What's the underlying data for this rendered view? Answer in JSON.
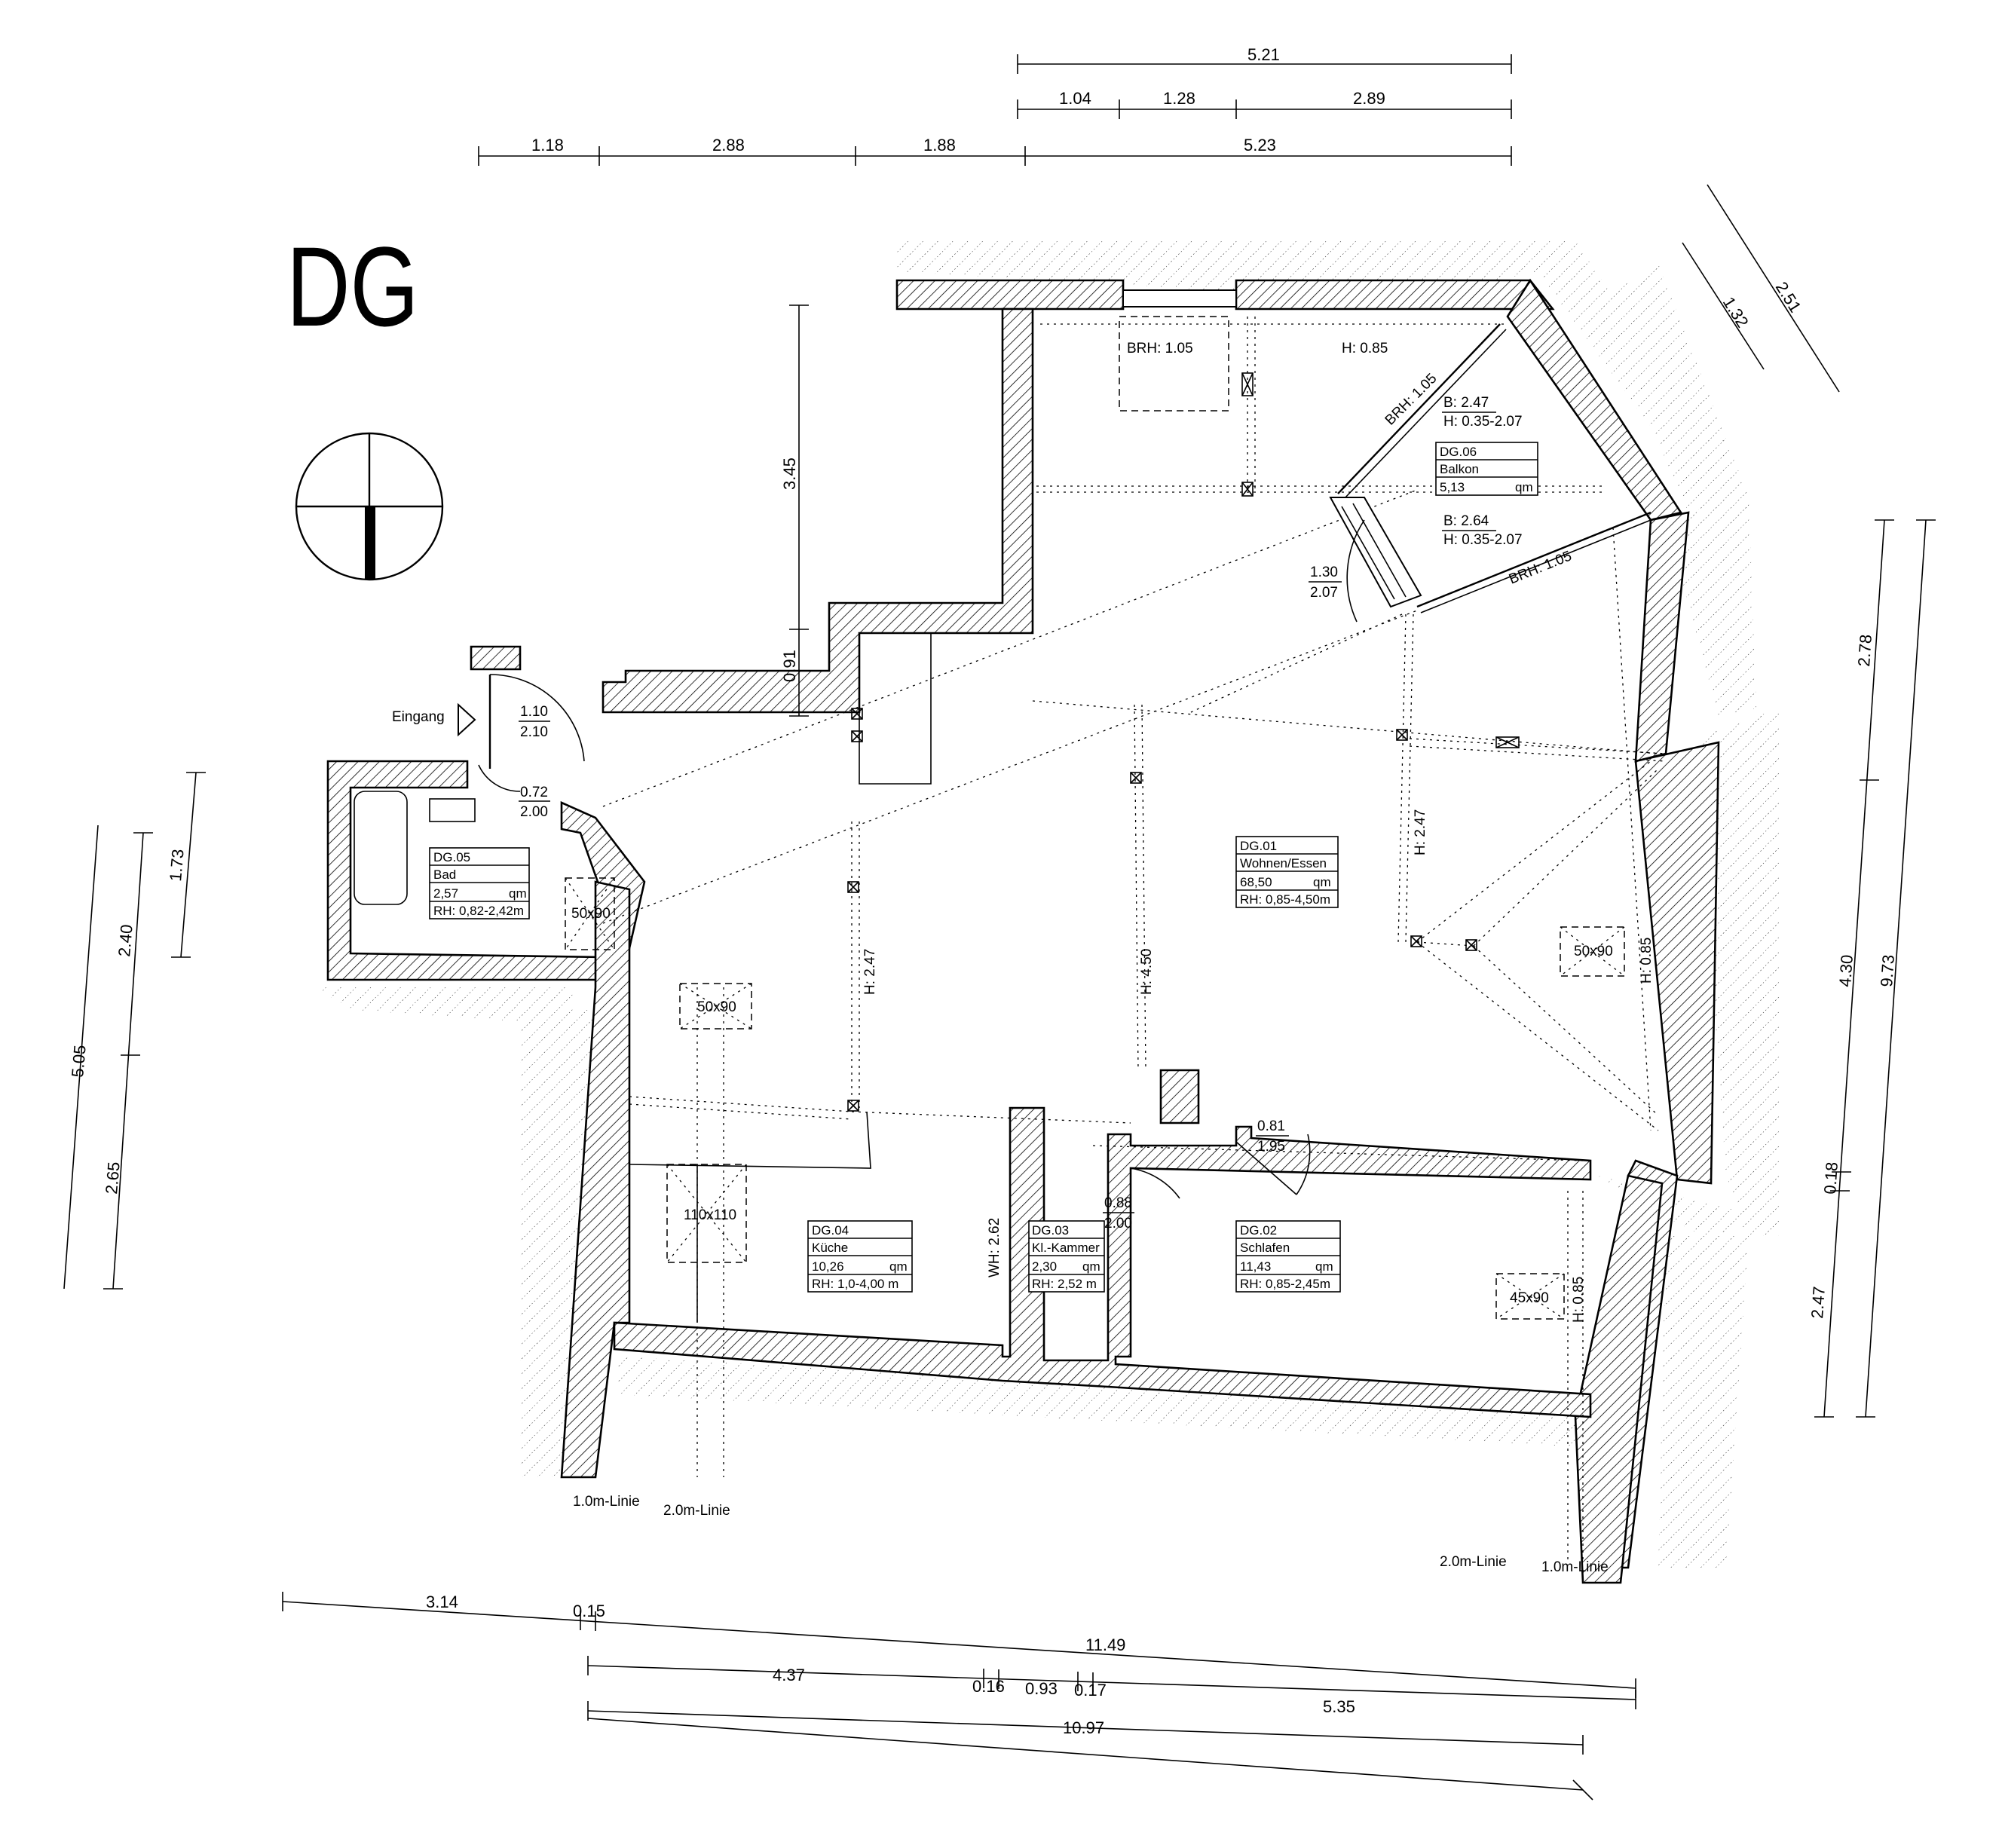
{
  "title": "DG",
  "dimensions": {
    "top_row1": [
      "5.21"
    ],
    "top_row2": [
      "1.04",
      "1.28",
      "2.89"
    ],
    "top_row3": [
      "1.18",
      "2.88",
      "1.88",
      "5.23"
    ],
    "top_right_diag": [
      "2.51",
      "1.32"
    ],
    "left_col1": [
      "5.05"
    ],
    "left_col2": [
      "2.40",
      "2.65"
    ],
    "left_col3": [
      "1.73"
    ],
    "right_col1": [
      "2.78",
      "4.30",
      "0.18",
      "2.47"
    ],
    "right_col2": [
      "9.73"
    ],
    "inner_vertical": [
      "3.45",
      "0.91"
    ],
    "bottom_row1": [
      "3.14",
      "0.15",
      "11.49"
    ],
    "bottom_row2": [
      "4.37",
      "0.16",
      "0.93",
      "0.17",
      "5.35"
    ],
    "bottom_row3": [
      "10.97"
    ]
  },
  "rooms": [
    {
      "id": "DG.01",
      "name": "Wohnen/Essen",
      "area": "68,50",
      "unit": "qm",
      "height": "RH: 0,85-4,50m"
    },
    {
      "id": "DG.02",
      "name": "Schlafen",
      "area": "11,43",
      "unit": "qm",
      "height": "RH: 0,85-2,45m"
    },
    {
      "id": "DG.03",
      "name": "Kl.-Kammer",
      "area": "2,30",
      "unit": "qm",
      "height": "RH:  2,52 m"
    },
    {
      "id": "DG.04",
      "name": "Küche",
      "area": "10,26",
      "unit": "qm",
      "height": "RH:  1,0-4,00 m"
    },
    {
      "id": "DG.05",
      "name": "Bad",
      "area": "2,57",
      "unit": "qm",
      "height": "RH: 0,82-2,42m"
    },
    {
      "id": "DG.06",
      "name": "Balkon",
      "area": "5,13",
      "unit": "qm",
      "height": ""
    }
  ],
  "doors": {
    "entry": [
      "1.10",
      "2.10"
    ],
    "bath": [
      "0.72",
      "2.00"
    ],
    "balcony": [
      "1.30",
      "2.07"
    ],
    "bedroom": [
      "0.81",
      "1.95"
    ],
    "closet": [
      "0.88",
      "2.00"
    ]
  },
  "labels": {
    "entry": "Eingang",
    "brh_top": "BRH:  1.05",
    "h_top": "H:  0.85",
    "brh_diag1": "BRH: 1.05",
    "brh_diag2": "BRH: 1.05",
    "balcony_win1": [
      "B: 2.47",
      "H:  0.35-2.07"
    ],
    "balcony_win2": [
      "B: 2.64",
      "H:  0.35-2.07"
    ],
    "h_247_left": "H: 2.47",
    "h_450": "H: 4.50",
    "h_247_right": "H: 2.47",
    "h_085_right": "H: 0.85",
    "h_085_bed": "H: 0.85",
    "wh_262": "WH: 2.62",
    "sky_50x90_a": "50x90",
    "sky_50x90_b": "50x90",
    "sky_50x90_c": "50x90",
    "sky_110x110": "110x110",
    "sky_45x90": "45x90",
    "line1_left": "1.0m-Linie",
    "line2_left": "2.0m-Linie",
    "line2_right": "2.0m-Linie",
    "line1_right": "1.0m-Linie"
  },
  "colors": {
    "ink": "#000000",
    "paper": "#ffffff"
  }
}
